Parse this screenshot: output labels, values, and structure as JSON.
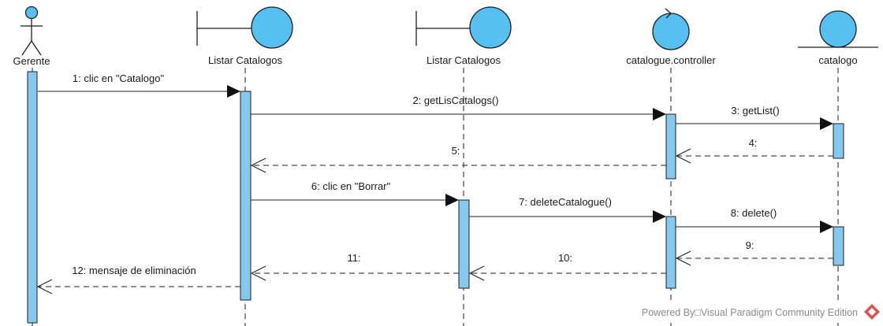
{
  "diagram": {
    "lifelines": [
      {
        "label": "Gerente",
        "kind": "actor"
      },
      {
        "label": "Listar Catalogos",
        "kind": "boundary"
      },
      {
        "label": "Listar Catalogos",
        "kind": "boundary"
      },
      {
        "label": "catalogue.controller",
        "kind": "control"
      },
      {
        "label": "catalogo",
        "kind": "entity"
      }
    ],
    "messages": [
      {
        "label": "1: clic en \"Catalogo\"",
        "from": 0,
        "to": 1,
        "kind": "sync"
      },
      {
        "label": "2: getLisCatalogs()",
        "from": 1,
        "to": 3,
        "kind": "sync"
      },
      {
        "label": "3: getList()",
        "from": 3,
        "to": 4,
        "kind": "sync"
      },
      {
        "label": "4:",
        "from": 4,
        "to": 3,
        "kind": "return"
      },
      {
        "label": "5:",
        "from": 3,
        "to": 1,
        "kind": "return"
      },
      {
        "label": "6: clic en \"Borrar\"",
        "from": 1,
        "to": 2,
        "kind": "sync"
      },
      {
        "label": "7: deleteCatalogue()",
        "from": 2,
        "to": 3,
        "kind": "sync"
      },
      {
        "label": "8: delete()",
        "from": 3,
        "to": 4,
        "kind": "sync"
      },
      {
        "label": "9:",
        "from": 4,
        "to": 3,
        "kind": "return"
      },
      {
        "label": "10:",
        "from": 3,
        "to": 2,
        "kind": "return"
      },
      {
        "label": "11:",
        "from": 2,
        "to": 1,
        "kind": "return"
      },
      {
        "label": "12: mensaje de eliminación",
        "from": 1,
        "to": 0,
        "kind": "return"
      }
    ],
    "watermark": "Powered By□Visual Paradigm Community Edition",
    "colors": {
      "fill": "#56c0f0",
      "activation": "#86c8ee",
      "stroke": "#1f1f1f",
      "watermark_logo": "#d9534f"
    }
  }
}
